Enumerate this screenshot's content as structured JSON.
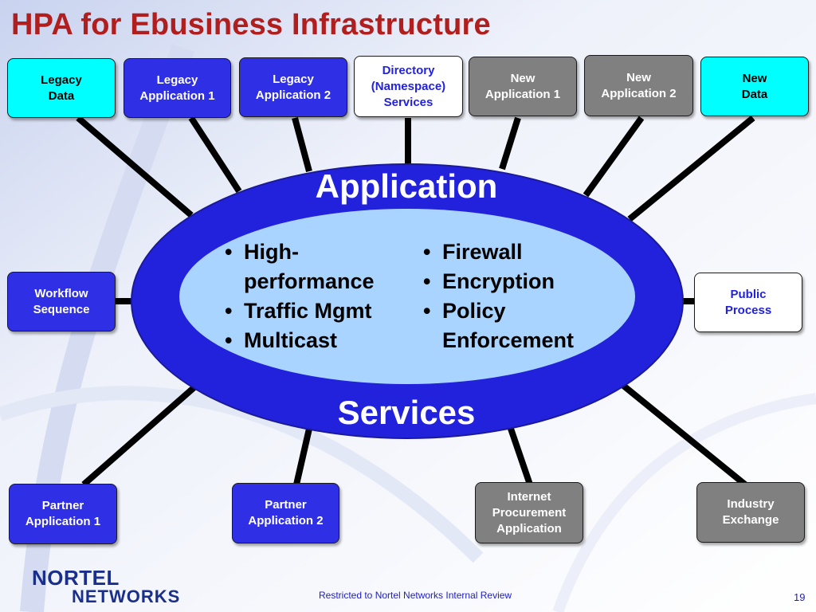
{
  "title": "HPA for Ebusiness Infrastructure",
  "hub": {
    "top_label": "Application",
    "bottom_label": "Services",
    "bullets_left": [
      "High-performance",
      "Traffic Mgmt",
      "Multicast"
    ],
    "bullets_right": [
      "Firewall",
      "Encryption",
      "Policy Enforcement"
    ]
  },
  "nodes": {
    "legacy_data": "Legacy\nData",
    "legacy_app1": "Legacy\nApplication 1",
    "legacy_app2": "Legacy\nApplication 2",
    "directory": "Directory\n(Namespace)\nServices",
    "new_app1": "New\nApplication 1",
    "new_app2": "New\nApplication 2",
    "new_data": "New\nData",
    "workflow": "Workflow\nSequence",
    "public_process": "Public\nProcess",
    "partner_app1": "Partner\nApplication 1",
    "partner_app2": "Partner\nApplication 2",
    "internet_procurement": "Internet\nProcurement\nApplication",
    "industry_exchange": "Industry\nExchange"
  },
  "footer": {
    "note": "Restricted to Nortel Networks Internal Review",
    "page": "19",
    "logo_line1": "NORTEL",
    "logo_line2": "NETWORKS"
  },
  "colors": {
    "title": "#b01e1e",
    "hub_ring": "#2222dd",
    "hub_core": "#a8d4ff",
    "node_blue": "#2f2fe6",
    "node_gray": "#808080",
    "node_cyan": "#00ffff"
  }
}
